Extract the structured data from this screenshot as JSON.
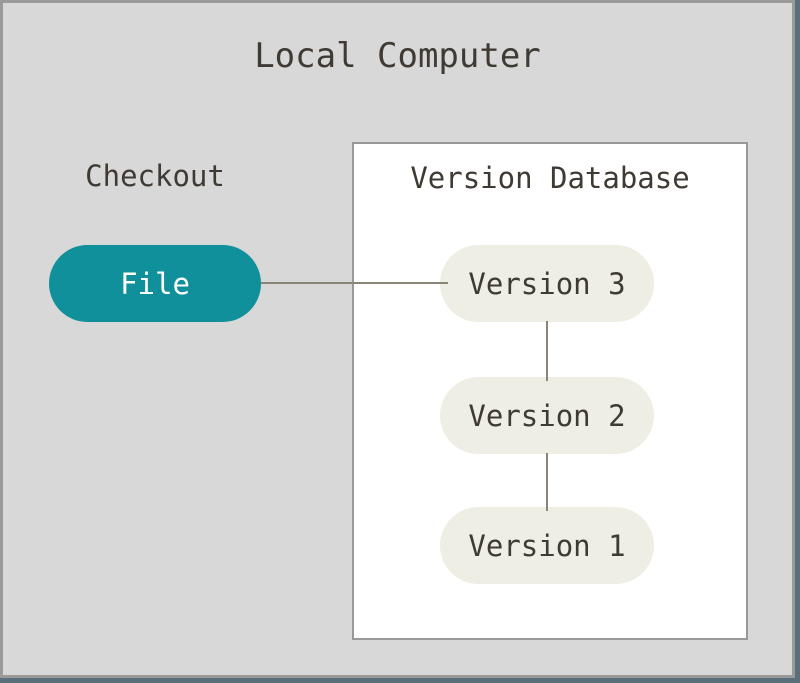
{
  "diagram": {
    "title": "Local Computer",
    "checkout": {
      "label": "Checkout",
      "node_label": "File"
    },
    "version_database": {
      "title": "Version Database",
      "nodes": [
        {
          "label": "Version 3"
        },
        {
          "label": "Version 2"
        },
        {
          "label": "Version 1"
        }
      ]
    }
  },
  "colors": {
    "background": "#d8d8d8",
    "frame_border": "#9a9a99",
    "outer_edge": "#5b6f7a",
    "panel_background": "#ffffff",
    "panel_border": "#999999",
    "file_node_fill": "#10909b",
    "file_node_text": "#ffffff",
    "version_node_fill": "#eeeee5",
    "text": "#3f3a33",
    "connector": "#8b8579"
  }
}
